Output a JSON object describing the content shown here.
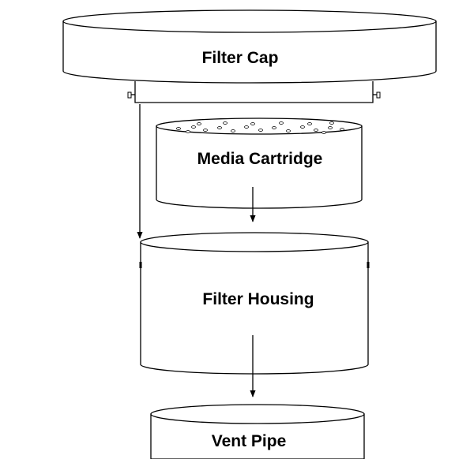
{
  "components": {
    "filter_cap": "Filter Cap",
    "media_cartridge": "Media Cartridge",
    "filter_housing": "Filter Housing",
    "vent_pipe": "Vent Pipe"
  }
}
